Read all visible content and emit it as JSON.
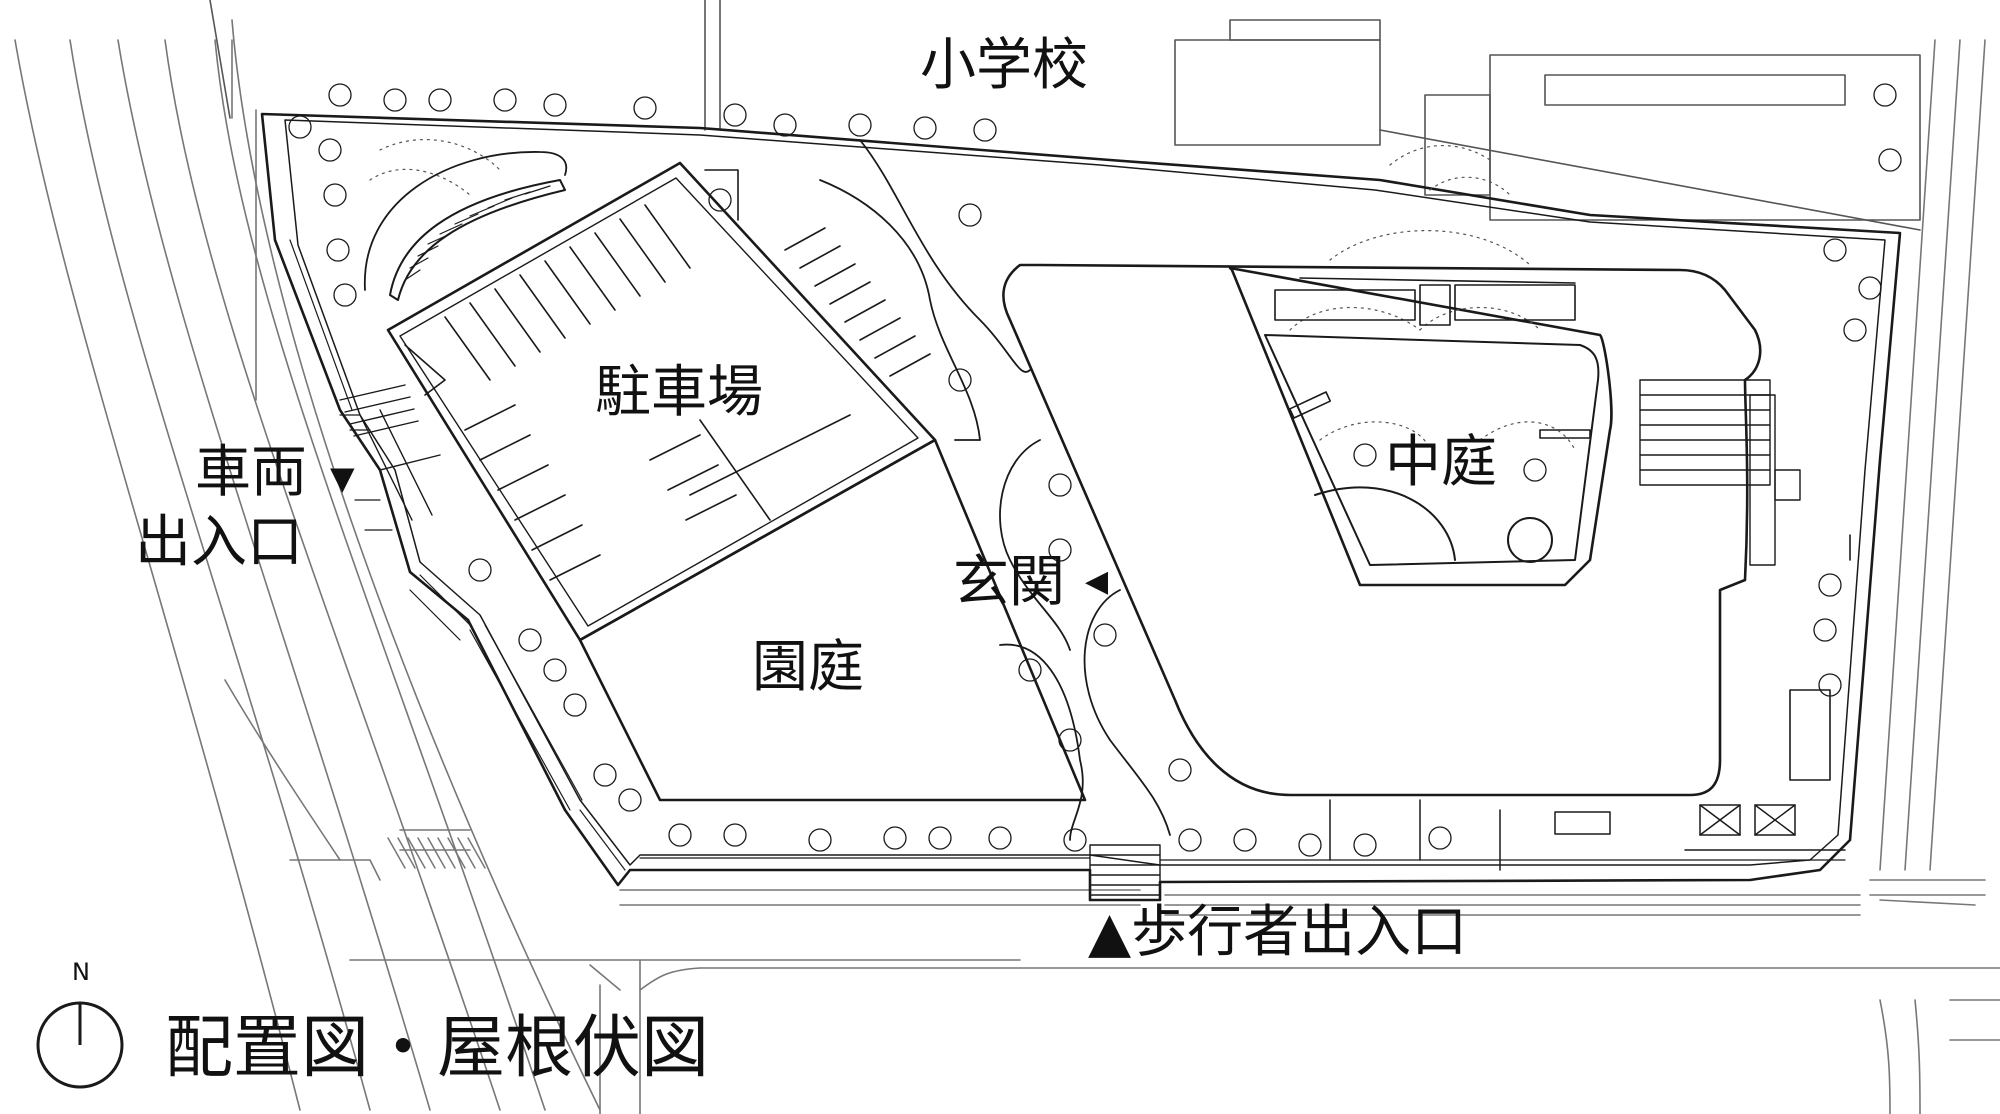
{
  "labels": {
    "school": "小学校",
    "parking": "駐車場",
    "vehicle_line1": "車両",
    "vehicle_line2": "出入口",
    "vehicle_arrow": "▼",
    "entrance": "玄関",
    "entrance_arrow": "◀",
    "garden": "園庭",
    "courtyard": "中庭",
    "pedestrian": "▲歩行者出入口",
    "north": "N",
    "title": "配置図・屋根伏図"
  },
  "colors": {
    "line": "#1a1a1a",
    "thin": "#555555",
    "background": "#ffffff"
  }
}
